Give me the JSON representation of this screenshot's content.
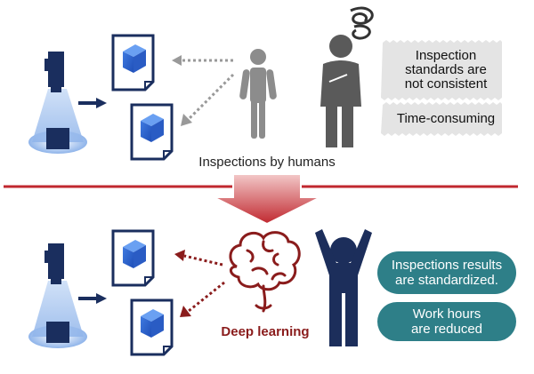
{
  "top": {
    "caption": "Inspections by humans",
    "note_inconsistent": "Inspection\nstandards are\nnot consistent",
    "note_time": "Time-consuming"
  },
  "bottom": {
    "ai_label": "Deep learning",
    "result_standardized": "Inspections results\nare standardized.",
    "result_hours": "Work hours\nare reduced"
  },
  "colors": {
    "divider_red": "#c0282f",
    "camera_navy": "#1a2e5e",
    "document_blue": "#2956c8",
    "person_gray": "#8c8c8c",
    "person_dark": "#5a5a5a",
    "person_navy": "#1c2e5b",
    "brain_red": "#8a1c1c",
    "pill_teal": "#2e7f88",
    "note_gray": "#e4e4e4"
  },
  "icons": [
    "camera-icon",
    "document-icon",
    "person-icon",
    "thinking-person-icon",
    "brain-icon",
    "celebrating-person-icon",
    "down-arrow-icon"
  ]
}
